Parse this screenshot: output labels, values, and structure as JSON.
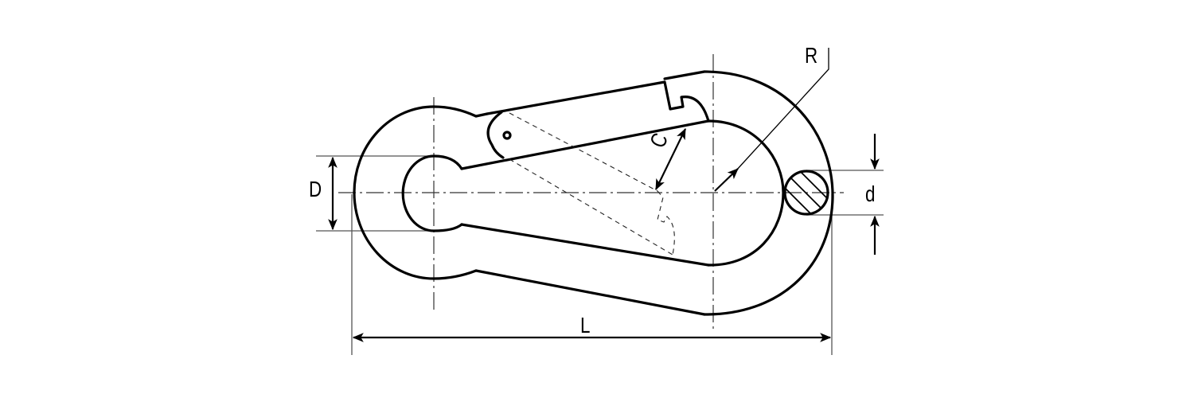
{
  "figure": {
    "subject": "carabiner-snap-hook",
    "view": "front view with wire cross-section"
  },
  "dimensions": {
    "D": {
      "label": "D",
      "meaning": "eye inner diameter"
    },
    "C": {
      "label": "C",
      "meaning": "gate opening"
    },
    "R": {
      "label": "R",
      "meaning": "radius"
    },
    "d": {
      "label": "d",
      "meaning": "wire diameter"
    },
    "L": {
      "label": "L",
      "meaning": "overall length"
    }
  },
  "colors": {
    "line": "#000000",
    "background": "#ffffff",
    "thin_line": "#555555"
  }
}
